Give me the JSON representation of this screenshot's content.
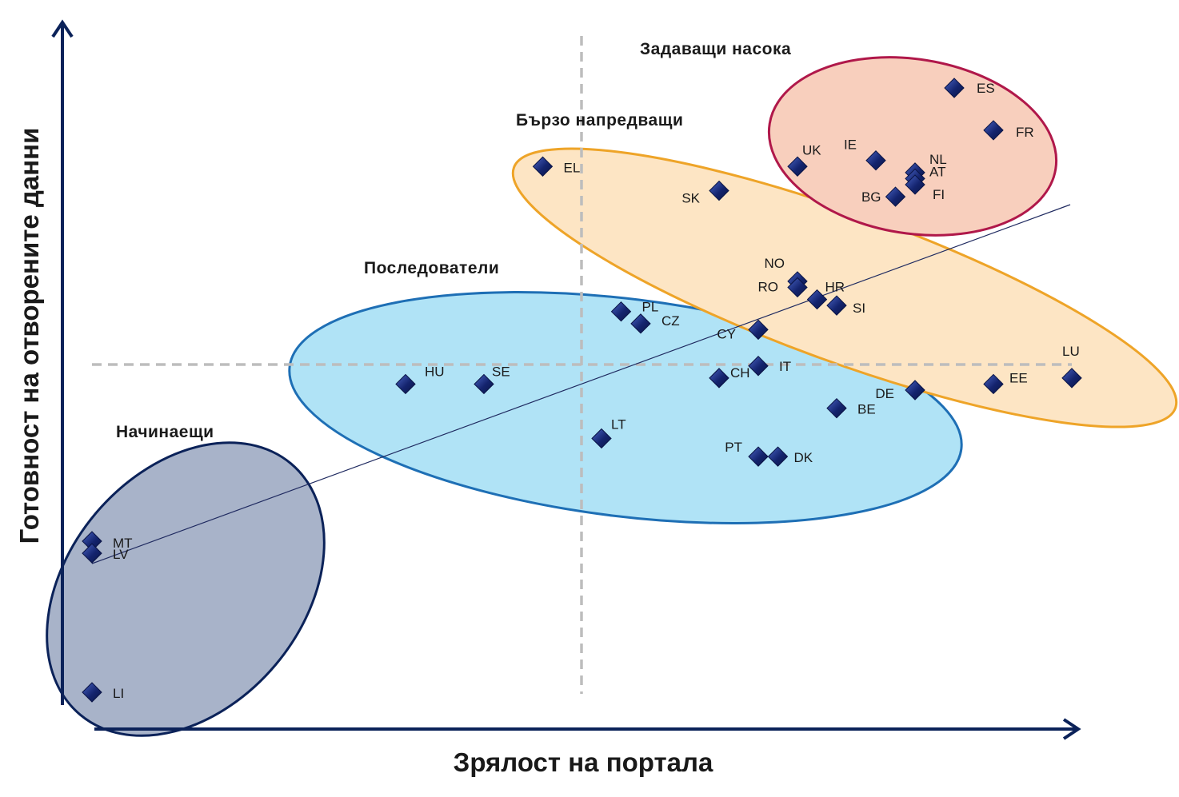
{
  "chart_data": {
    "type": "scatter",
    "xlabel": "Зрялост на портала",
    "ylabel": "Готовност на отворените данни",
    "colors": {
      "axis": "#0b2259",
      "marker": "#14246e",
      "marker_light": "#3c56b8",
      "quadrant_line": "#bdbdbd",
      "trend": "#1f2a60"
    },
    "groups": [
      {
        "key": "beginners",
        "label": "Начинаещи",
        "fill": "#a8b3c9",
        "stroke": "#0b2259"
      },
      {
        "key": "followers",
        "label": "Последователи",
        "fill": "#b0e3f6",
        "stroke": "#1e6fb5"
      },
      {
        "key": "fast",
        "label": "Бързо напредващи",
        "fill": "#fde5c4",
        "stroke": "#eea428"
      },
      {
        "key": "leaders",
        "label": "Задаващи насока",
        "fill": "#f8cfbd",
        "stroke": "#b0184a"
      }
    ],
    "points": [
      {
        "label": "MT",
        "x": 0.0,
        "y": 0.25
      },
      {
        "label": "LV",
        "x": 0.0,
        "y": 0.23
      },
      {
        "label": "LI",
        "x": 0.0,
        "y": 0.0
      },
      {
        "label": "HU",
        "x": 0.32,
        "y": 0.51
      },
      {
        "label": "SE",
        "x": 0.4,
        "y": 0.51
      },
      {
        "label": "EL",
        "x": 0.46,
        "y": 0.87
      },
      {
        "label": "LT",
        "x": 0.52,
        "y": 0.42
      },
      {
        "label": "PL",
        "x": 0.54,
        "y": 0.63
      },
      {
        "label": "CZ",
        "x": 0.56,
        "y": 0.61
      },
      {
        "label": "SK",
        "x": 0.64,
        "y": 0.83
      },
      {
        "label": "CH",
        "x": 0.64,
        "y": 0.52
      },
      {
        "label": "CY",
        "x": 0.68,
        "y": 0.6
      },
      {
        "label": "IT",
        "x": 0.68,
        "y": 0.54
      },
      {
        "label": "PT",
        "x": 0.68,
        "y": 0.39
      },
      {
        "label": "DK",
        "x": 0.7,
        "y": 0.39
      },
      {
        "label": "UK",
        "x": 0.72,
        "y": 0.87
      },
      {
        "label": "NO",
        "x": 0.72,
        "y": 0.68
      },
      {
        "label": "RO",
        "x": 0.72,
        "y": 0.67
      },
      {
        "label": "HR",
        "x": 0.74,
        "y": 0.65
      },
      {
        "label": "SI",
        "x": 0.76,
        "y": 0.64
      },
      {
        "label": "BE",
        "x": 0.76,
        "y": 0.47
      },
      {
        "label": "IE",
        "x": 0.8,
        "y": 0.88
      },
      {
        "label": "BG",
        "x": 0.82,
        "y": 0.82
      },
      {
        "label": "NL",
        "x": 0.84,
        "y": 0.86
      },
      {
        "label": "AT",
        "x": 0.84,
        "y": 0.85
      },
      {
        "label": "FI",
        "x": 0.84,
        "y": 0.84
      },
      {
        "label": "DE",
        "x": 0.84,
        "y": 0.5
      },
      {
        "label": "ES",
        "x": 0.88,
        "y": 1.0
      },
      {
        "label": "FR",
        "x": 0.92,
        "y": 0.93
      },
      {
        "label": "EE",
        "x": 0.92,
        "y": 0.51
      },
      {
        "label": "LU",
        "x": 1.0,
        "y": 0.52
      }
    ]
  }
}
